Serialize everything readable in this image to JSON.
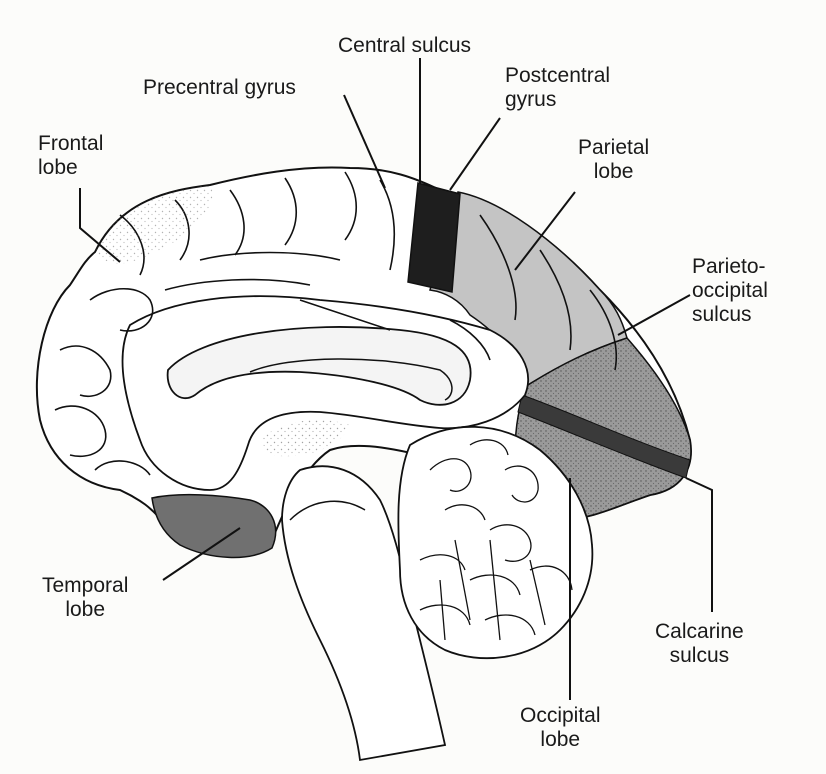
{
  "labels": {
    "central_sulcus": "Central sulcus",
    "precentral_gyrus": "Precentral gyrus",
    "postcentral_gyrus": [
      "Postcentral",
      "gyrus"
    ],
    "frontal_lobe": [
      "Frontal",
      "lobe"
    ],
    "parietal_lobe": [
      "Parietal",
      "lobe"
    ],
    "parieto_occipital_sulcus": [
      "Parieto-",
      "occipital",
      "sulcus"
    ],
    "temporal_lobe": [
      "Temporal",
      "lobe"
    ],
    "calcarine_sulcus": [
      "Calcarine",
      "sulcus"
    ],
    "occipital_lobe": [
      "Occipital",
      "lobe"
    ]
  },
  "colors": {
    "line": "#111111",
    "cortex_fill": "#ffffff",
    "parietal_shade": "#bdbdbd",
    "occipital_shade": "#9a9a9a",
    "temporal_shade": "#6e6e6e",
    "central_strip": "#1e1e1e",
    "stipple": "#555555"
  }
}
